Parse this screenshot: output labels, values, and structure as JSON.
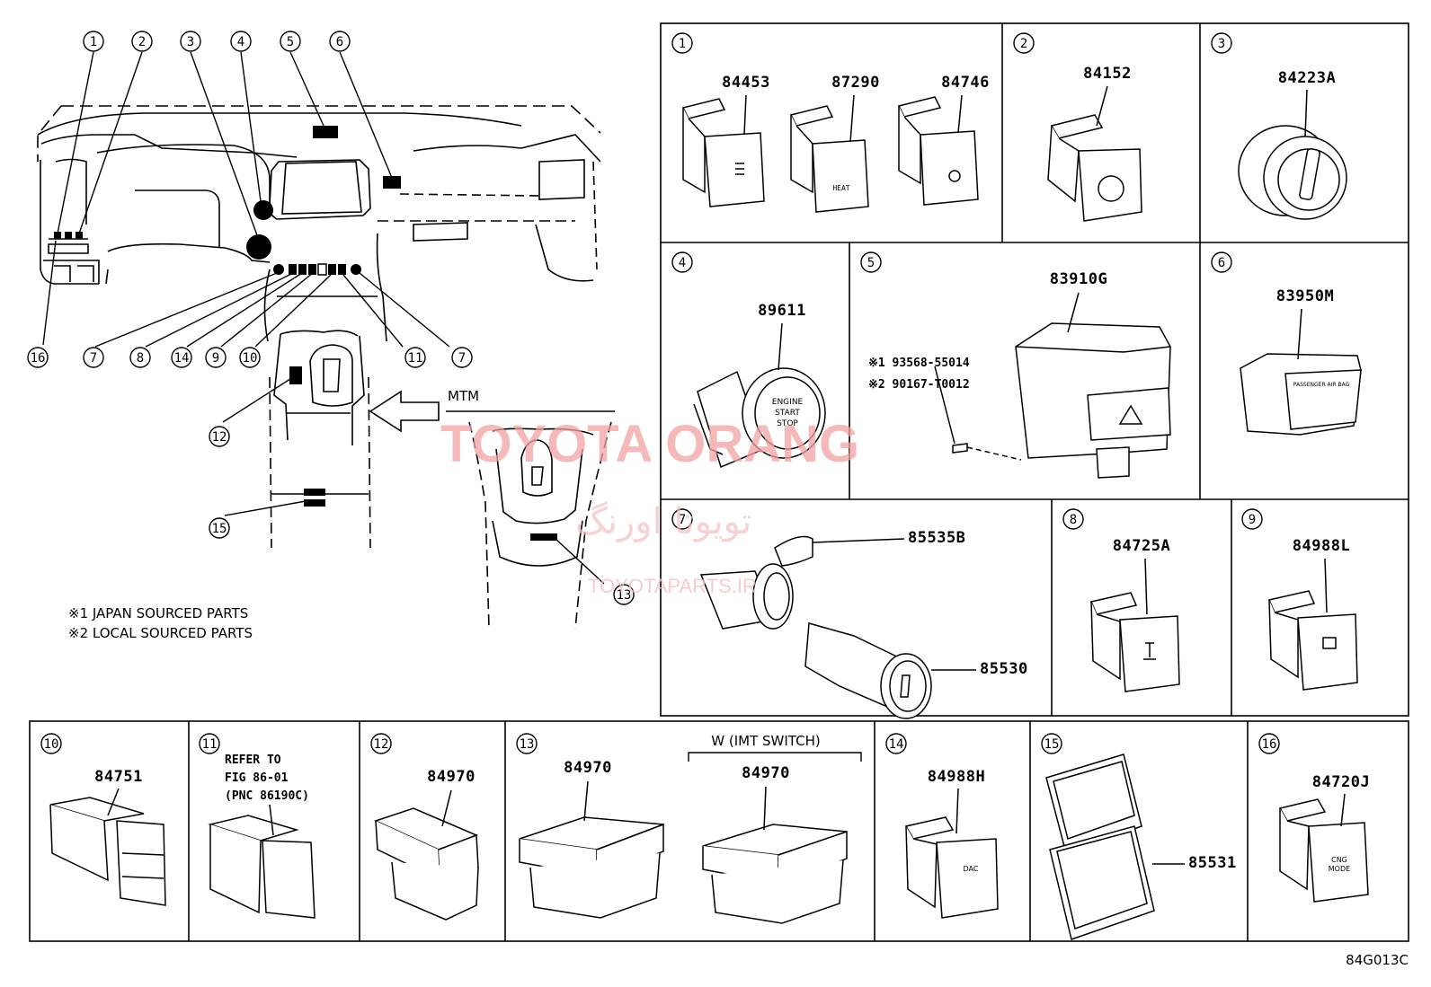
{
  "callouts": [
    "1",
    "2",
    "3",
    "4",
    "5",
    "6",
    "7",
    "8",
    "14",
    "9",
    "10",
    "11",
    "7",
    "12",
    "15",
    "13",
    "16"
  ],
  "notes": {
    "note1": "※1 JAPAN SOURCED PARTS",
    "note2": "※2 LOCAL SOURCED PARTS",
    "mtm": "MTM"
  },
  "watermark": {
    "line1": "TOYOTA ORANG",
    "line2": "تویوتا اورنگ",
    "line3": "TOYOTAPARTS.IR"
  },
  "panels": {
    "p1": {
      "num": "1",
      "parts": [
        "84453",
        "87290",
        "84746"
      ]
    },
    "p2": {
      "num": "2",
      "parts": [
        "84152"
      ]
    },
    "p3": {
      "num": "3",
      "parts": [
        "84223A"
      ]
    },
    "p4": {
      "num": "4",
      "parts": [
        "89611"
      ],
      "button": [
        "ENGINE",
        "START",
        "STOP"
      ]
    },
    "p5": {
      "num": "5",
      "parts": [
        "83910G"
      ],
      "ref1": "※1 93568-55014",
      "ref2": "※2 90167-T0012"
    },
    "p6": {
      "num": "6",
      "parts": [
        "83950M"
      ],
      "label": "PASSENGER AIR BAG"
    },
    "p7": {
      "num": "7",
      "parts": [
        "85535B",
        "85530"
      ]
    },
    "p8": {
      "num": "8",
      "parts": [
        "84725A"
      ]
    },
    "p9": {
      "num": "9",
      "parts": [
        "84988L"
      ]
    },
    "p10": {
      "num": "10",
      "parts": [
        "84751"
      ]
    },
    "p11": {
      "num": "11",
      "ref": [
        "REFER TO",
        "FIG 86-01",
        "(PNC 86190C)"
      ]
    },
    "p12": {
      "num": "12",
      "parts": [
        "84970"
      ]
    },
    "p13": {
      "num": "13",
      "parts": [
        "84970",
        "84970"
      ],
      "group": "W (IMT SWITCH)"
    },
    "p14": {
      "num": "14",
      "parts": [
        "84988H"
      ],
      "label": "DAC"
    },
    "p15": {
      "num": "15",
      "parts": [
        "85531"
      ]
    },
    "p16": {
      "num": "16",
      "parts": [
        "84720J"
      ],
      "label": [
        "CNG",
        "MODE"
      ]
    }
  },
  "figure_code": "84G013C"
}
